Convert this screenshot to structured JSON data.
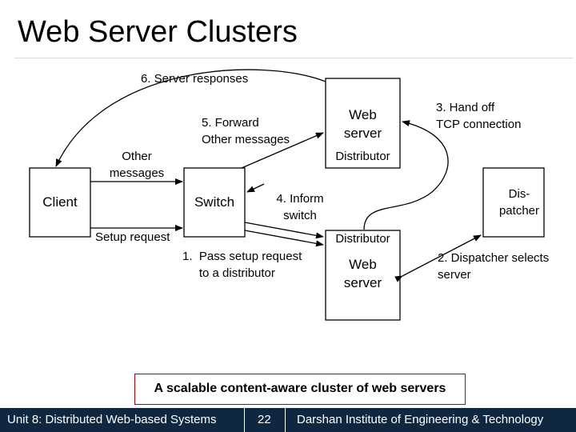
{
  "slide": {
    "title": "Web Server Clusters"
  },
  "diagram": {
    "nodes": {
      "client": "Client",
      "switch": "Switch",
      "dispatcher": "Dis-\npatcher",
      "web_server_top": "Web\nserver",
      "distributor_top": "Distributor",
      "web_server_bottom": "Web\nserver",
      "distributor_bottom": "Distributor"
    },
    "edges": {
      "server_responses": "6. Server responses",
      "forward_other_messages": "5. Forward\nOther messages",
      "other_messages": "Other\nmessages",
      "setup_request": "Setup request",
      "pass_setup_request": "1.  Pass setup request\n     to a distributor",
      "inform_switch": "4. Inform\nswitch",
      "hand_off_tcp": "3. Hand off\nTCP connection",
      "dispatcher_selects": "2. Dispatcher selects\nserver"
    },
    "caption": "A scalable content-aware cluster of web servers"
  },
  "footer": {
    "course": "Unit 8: Distributed Web-based Systems",
    "page_number": "22",
    "institute": "Darshan Institute of Engineering & Technology"
  }
}
